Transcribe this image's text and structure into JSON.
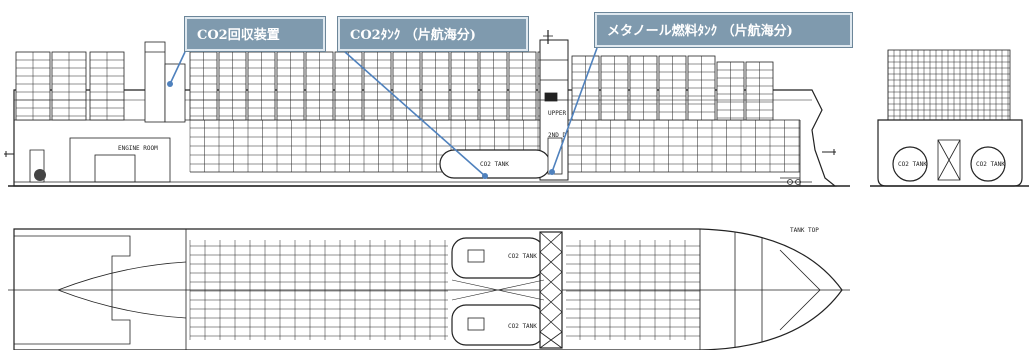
{
  "callouts": [
    {
      "label": "CO2回収装置"
    },
    {
      "label": "CO2ﾀﾝｸ （片航海分)"
    },
    {
      "label": "メタノール燃料ﾀﾝｸ （片航海分)"
    }
  ],
  "drawing_labels": {
    "engine_room": "ENGINE ROOM",
    "co2_tank": "CO2 TANK",
    "tank_top": "TANK TOP",
    "upper_deck": "UPPER",
    "second_deck": "2ND D"
  }
}
